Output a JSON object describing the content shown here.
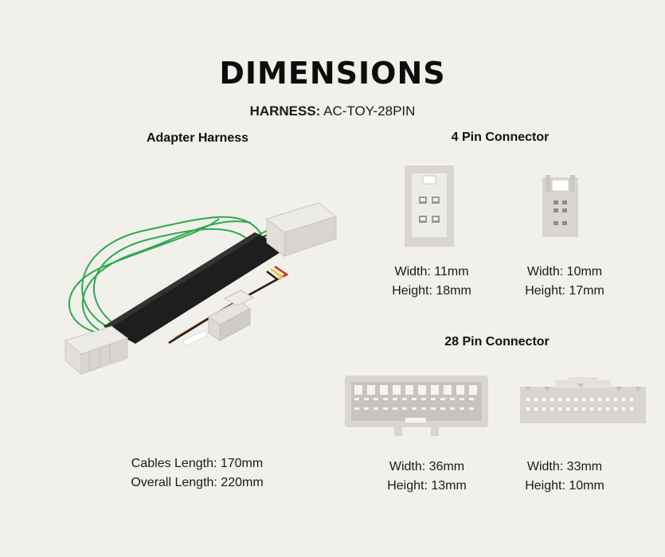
{
  "header": {
    "title": "DIMENSIONS",
    "harness_label": "HARNESS:",
    "harness_value": "AC-TOY-28PIN"
  },
  "adapter": {
    "heading": "Adapter Harness",
    "cables_length": "Cables Length: 170mm",
    "overall_length": "Overall Length: 220mm"
  },
  "four_pin": {
    "heading": "4 Pin Connector",
    "front": {
      "width": "Width: 11mm",
      "height": "Height: 18mm"
    },
    "side": {
      "width": "Width: 10mm",
      "height": "Height: 17mm"
    }
  },
  "twentyeight_pin": {
    "heading": "28 Pin Connector",
    "front": {
      "width": "Width: 36mm",
      "height": "Height: 13mm"
    },
    "side": {
      "width": "Width: 33mm",
      "height": "Height: 10mm"
    }
  },
  "colors": {
    "background": "#f2f0eb",
    "connector": "#d9d6d1",
    "sleeve": "#1e1e1e",
    "wire_green": "#2fa84f",
    "wire_red": "#d9261c",
    "wire_yellow": "#f2c230"
  }
}
